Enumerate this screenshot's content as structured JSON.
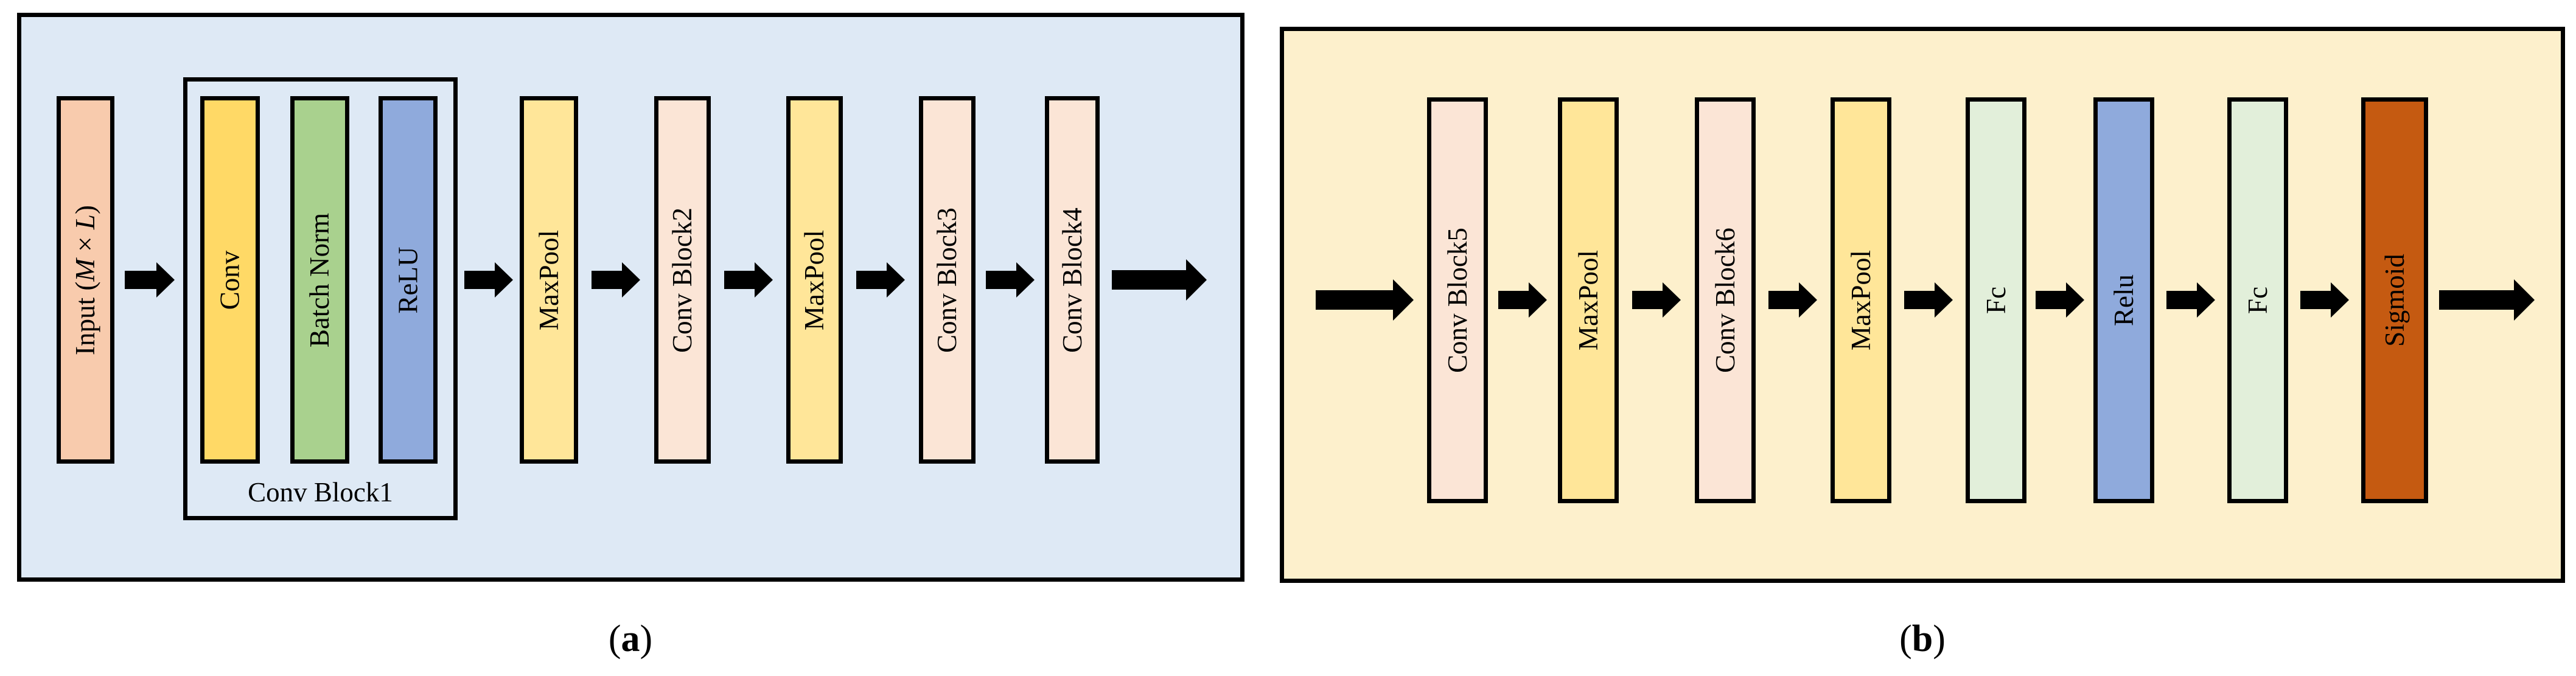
{
  "figure": {
    "caption_a_parts": [
      {
        "t": "(",
        "b": false
      },
      {
        "t": "a",
        "b": true
      },
      {
        "t": ")",
        "b": false
      }
    ],
    "caption_b_parts": [
      {
        "t": "(",
        "b": false
      },
      {
        "t": "b",
        "b": true
      },
      {
        "t": ")",
        "b": false
      }
    ]
  },
  "colors": {
    "panel_a_bg": "#dee9f5",
    "panel_b_bg": "#fdf0cc",
    "outline": "#000000",
    "arrow": "#000000",
    "input": "#f8cbad",
    "conv": "#ffd966",
    "batch_norm": "#a9d18e",
    "relu": "#8faadc",
    "maxpool": "#ffe699",
    "conv_block": "#fbe5d6",
    "fc": "#e2efda",
    "sigmoid": "#c55a11"
  },
  "panel_a": {
    "group_box_label": "Conv Block1",
    "bars": [
      {
        "name": "input",
        "label": "Input (M × L)",
        "color_key": "input",
        "label_parts": [
          {
            "t": "Input (",
            "i": false
          },
          {
            "t": "M",
            "i": true
          },
          {
            "t": " × ",
            "i": false
          },
          {
            "t": "L",
            "i": true
          },
          {
            "t": ")",
            "i": false
          }
        ]
      },
      {
        "name": "conv",
        "label": "Conv",
        "color_key": "conv"
      },
      {
        "name": "batch-norm",
        "label": "Batch Norm",
        "color_key": "batch_norm"
      },
      {
        "name": "relu",
        "label": "ReLU",
        "color_key": "relu"
      },
      {
        "name": "maxpool-1",
        "label": "MaxPool",
        "color_key": "maxpool"
      },
      {
        "name": "conv-block2",
        "label": "Conv Block2",
        "color_key": "conv_block"
      },
      {
        "name": "maxpool-2",
        "label": "MaxPool",
        "color_key": "maxpool"
      },
      {
        "name": "conv-block3",
        "label": "Conv Block3",
        "color_key": "conv_block"
      },
      {
        "name": "conv-block4",
        "label": "Conv Block4",
        "color_key": "conv_block"
      }
    ]
  },
  "panel_b": {
    "bars": [
      {
        "name": "conv-block5",
        "label": "Conv Block5",
        "color_key": "conv_block"
      },
      {
        "name": "maxpool-1",
        "label": "MaxPool",
        "color_key": "maxpool"
      },
      {
        "name": "conv-block6",
        "label": "Conv Block6",
        "color_key": "conv_block"
      },
      {
        "name": "maxpool-2",
        "label": "MaxPool",
        "color_key": "maxpool"
      },
      {
        "name": "fc-1",
        "label": "Fc",
        "color_key": "fc"
      },
      {
        "name": "relu",
        "label": "Relu",
        "color_key": "relu"
      },
      {
        "name": "fc-2",
        "label": "Fc",
        "color_key": "fc"
      },
      {
        "name": "sigmoid",
        "label": "Sigmoid",
        "color_key": "sigmoid"
      }
    ]
  }
}
